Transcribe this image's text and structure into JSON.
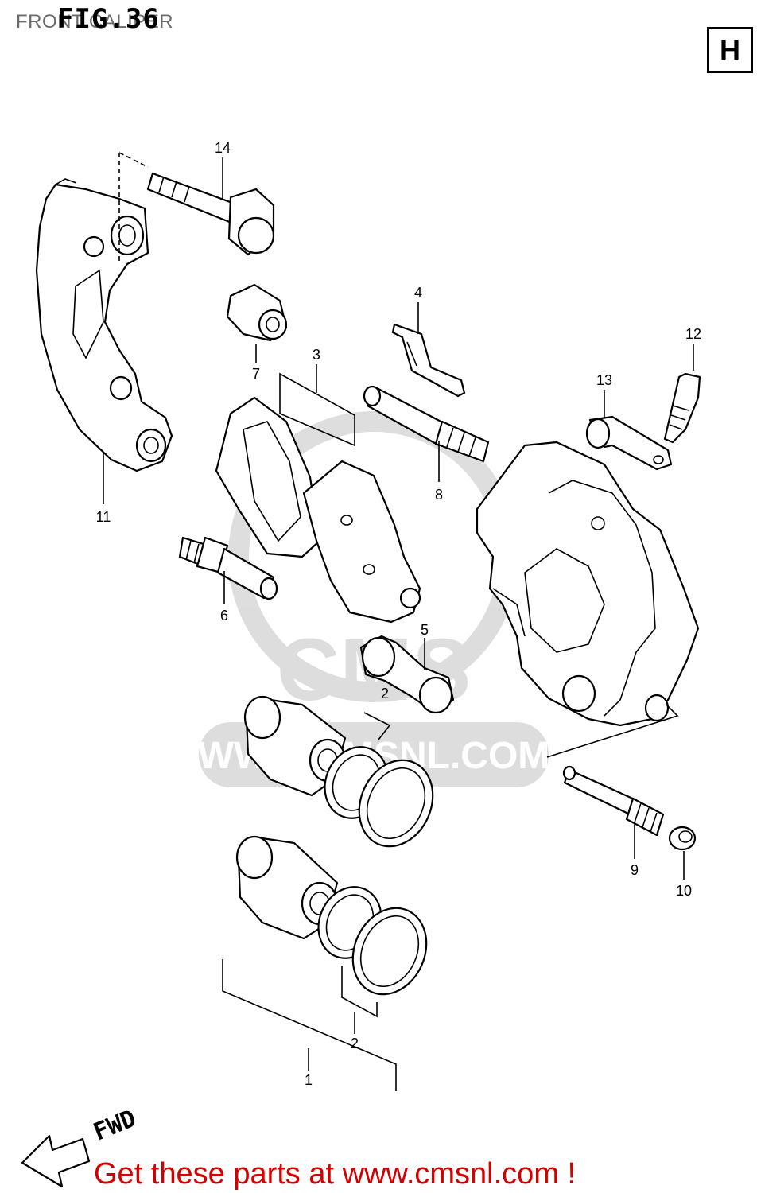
{
  "header": {
    "title": "FRONT CALIPER",
    "figure_label": "FIG.36",
    "section_badge": "H"
  },
  "callouts": {
    "c1": "1",
    "c2a": "2",
    "c2b": "2",
    "c3": "3",
    "c4": "4",
    "c5": "5",
    "c6": "6",
    "c7": "7",
    "c8": "8",
    "c9": "9",
    "c10": "10",
    "c11": "11",
    "c12": "12",
    "c13": "13",
    "c14": "14"
  },
  "direction": {
    "label": "FWD"
  },
  "watermark": {
    "brand": "CMS",
    "url": "WWW.CMSNL.COM"
  },
  "footer": {
    "link_text": "Get these parts at www.cmsnl.com !",
    "link_color": "#d40000"
  }
}
